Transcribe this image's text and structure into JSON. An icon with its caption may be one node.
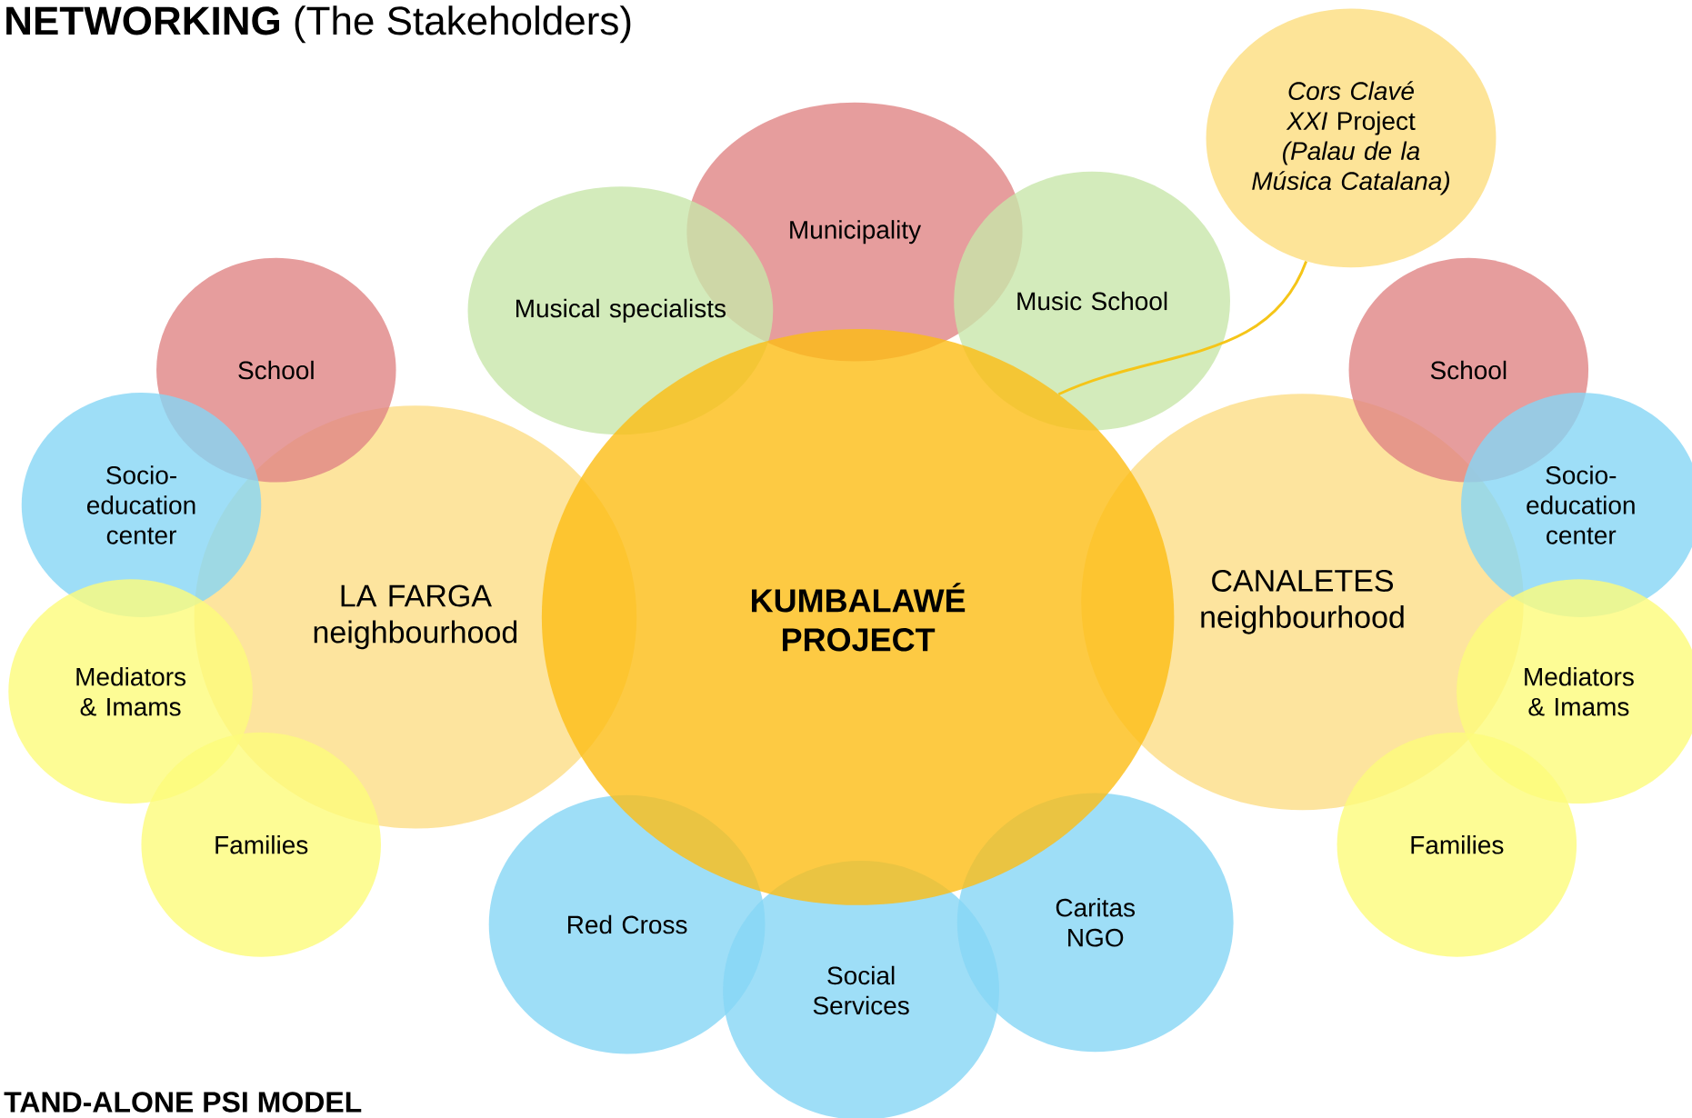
{
  "diagram": {
    "title": "**NETWORKING** (The Stakeholders)",
    "nodes": [
      {
        "text": [
          "KUMBALAWÉ PROJECT"
        ]
      },
      {
        "text": [
          "Municipality"
        ]
      },
      {
        "text": [
          "Musical specialists"
        ]
      },
      {
        "text": [
          "Music School"
        ]
      },
      {
        "text": [
          "*Cors Clavé XXI* Project *(Palau de la Música Catalana)*"
        ]
      },
      {
        "text": [
          "LA FARGA neighbourhood"
        ]
      },
      {
        "text": [
          "School"
        ]
      },
      {
        "text": [
          "Socio-education center"
        ]
      },
      {
        "text": [
          "Mediators & Imams"
        ]
      },
      {
        "text": [
          "Families"
        ]
      },
      {
        "text": [
          "CANALETES neighbourhood"
        ]
      },
      {
        "text": [
          "School"
        ]
      },
      {
        "text": [
          "Socio-education center"
        ]
      },
      {
        "text": [
          "Mediators & Imams"
        ]
      },
      {
        "text": [
          "Families"
        ]
      },
      {
        "text": [
          "Red Cross"
        ]
      },
      {
        "text": [
          "Social Services"
        ]
      },
      {
        "text": [
          "Caritas NGO"
        ]
      }
    ],
    "edges": [
      {
        "from": 4,
        "to": 0,
        "arrow": "none",
        "color": "#f5c518"
      }
    ],
    "labels": [
      "TAND-ALONE PSI MODEL"
    ]
  }
}
